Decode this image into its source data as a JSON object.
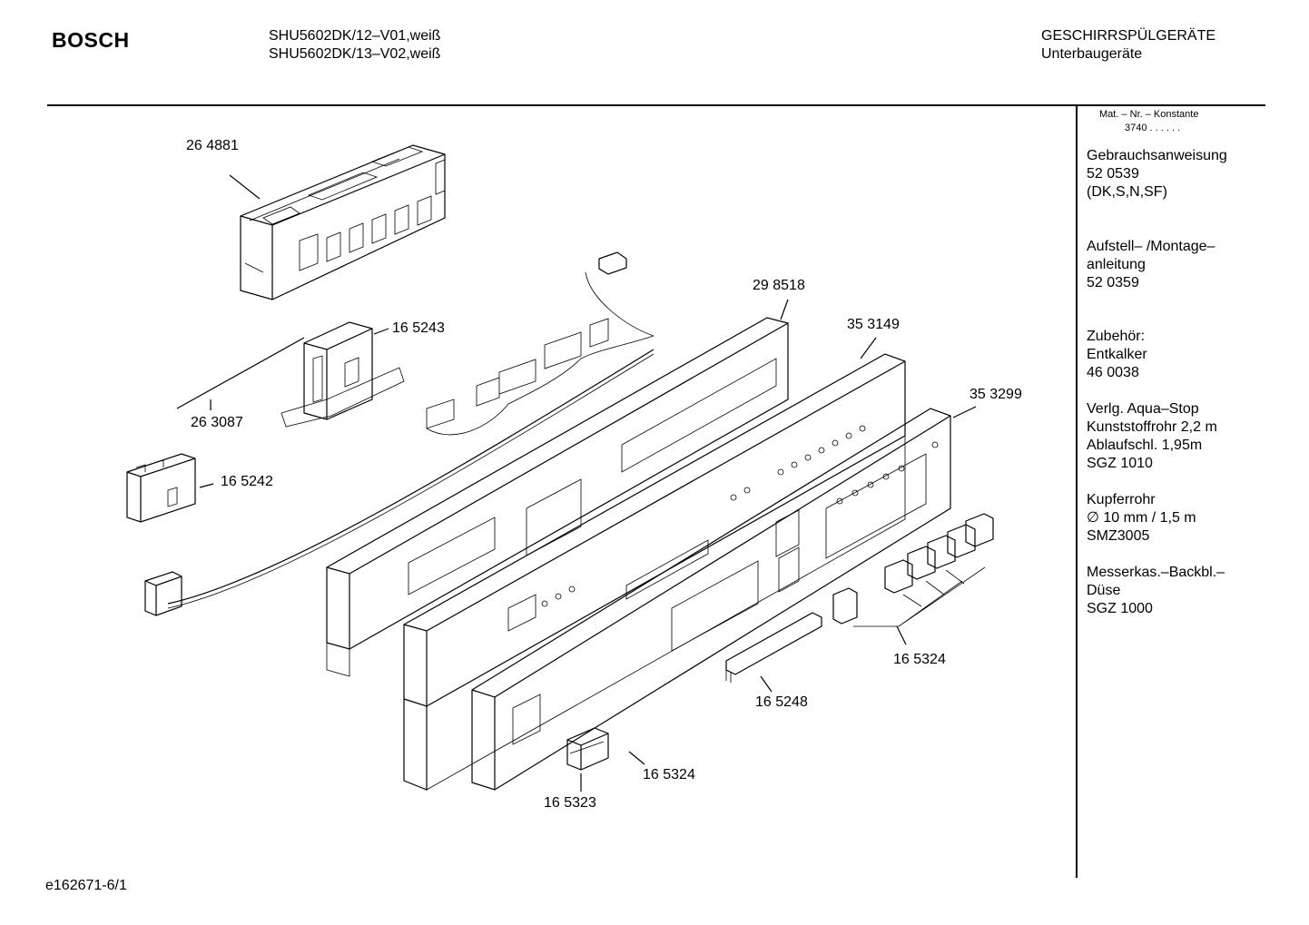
{
  "header": {
    "brand": "BOSCH",
    "models": [
      "SHU5602DK/12–V01,weiß",
      "SHU5602DK/13–V02,weiß"
    ],
    "category": "GESCHIRRSPÜLGERÄTE",
    "subcategory": "Unterbaugeräte"
  },
  "sidebar": {
    "constant_label": "Mat. – Nr. – Konstante",
    "constant_value": "3740  .  .  .  .  .  .",
    "blocks": [
      [
        "Gebrauchsanweisung",
        "52 0539",
        "(DK,S,N,SF)"
      ],
      [
        "Aufstell– /Montage–",
        "anleitung",
        "52 0359"
      ],
      [
        "Zubehör:",
        "Entkalker",
        "46 0038"
      ],
      [
        "Verlg. Aqua–Stop",
        "Kunststoffrohr 2,2 m",
        "Ablaufschl. 1,95m",
        "SGZ 1010"
      ],
      [
        "Kupferrohr",
        "∅ 10 mm / 1,5 m",
        "SMZ3005"
      ],
      [
        "Messerkas.–Backbl.–",
        "Düse",
        "SGZ 1000"
      ]
    ]
  },
  "parts": [
    "26 4881",
    "16 5243",
    "26 3087",
    "16 5242",
    "29 8518",
    "35 3149",
    "35 3299",
    "16 5324",
    "16 5248",
    "16 5324",
    "16 5323"
  ],
  "footer": {
    "drawing_code": "e162671-6/1"
  }
}
